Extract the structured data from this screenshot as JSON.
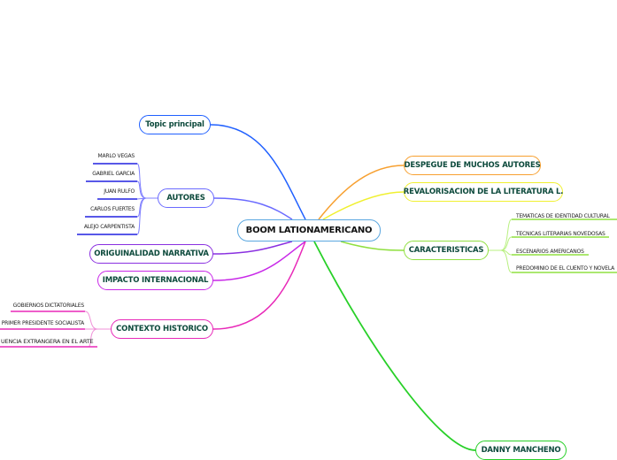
{
  "central": "BOOM LATIONAMERICANO",
  "left": {
    "topic": "Topic principal",
    "autores": {
      "label": "AUTORES",
      "items": [
        "MARLO VEGAS",
        "GABRIEL GARCIA",
        "JUAN RULFO",
        "CARLOS FUERTES",
        "ALEJO CARPENTISTA"
      ]
    },
    "originalidad": "ORIGUINALIDAD NARRATIVA",
    "impacto": "IMPACTO INTERNACIONAL",
    "contexto": {
      "label": "CONTEXTO HISTORICO",
      "items": [
        "GOBIERNOS DICTATORIALES",
        "PRIMER PRESIDENTE SOCIALISTA",
        "UENCIA EXTRANGERA EN EL ARTE"
      ]
    }
  },
  "right": {
    "despegue": "DESPEGUE DE MUCHOS AUTORES",
    "revalorisacion": "REVALORISACION DE LA LITERATURA L.",
    "caracteristicas": {
      "label": "CARACTERISTICAS",
      "items": [
        "TEMATICAS DE IDENTIDAD CULTURAL",
        "TECNICAS LITERARIAS NOVEDOSAS",
        "ESCENARIOS AMERICANOS",
        "PREDOMINIO DE EL CUENTO Y NOVELA"
      ]
    },
    "danny": "DANNY MANCHENO"
  },
  "colors": {
    "topic": "#2060ff",
    "autores": "#6a6aff",
    "originalidad": "#8a30e0",
    "impacto": "#c828e8",
    "contexto": "#e828b8",
    "despegue": "#f7a030",
    "revalorisacion": "#f0f030",
    "caracteristicas": "#90e040",
    "danny": "#28d028"
  }
}
